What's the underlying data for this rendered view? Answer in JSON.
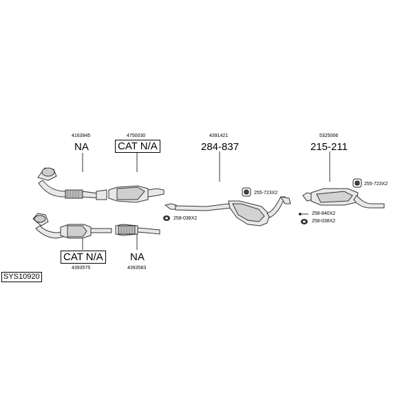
{
  "system_id": "SYS10920",
  "parts": [
    {
      "part_number": "4163945",
      "price": "NA"
    },
    {
      "part_number": "4750030",
      "price": "CAT N/A"
    },
    {
      "part_number": "4391421",
      "price": "284-837"
    },
    {
      "part_number": "5325006",
      "price": "215-211"
    },
    {
      "part_number": "4393575",
      "price": "CAT N/A"
    },
    {
      "part_number": "4393583",
      "price": "NA"
    }
  ],
  "fittings": [
    {
      "code": "255-723X2"
    },
    {
      "code": "258-038X2"
    },
    {
      "code": "258-840X2"
    },
    {
      "code": "258-038X2"
    },
    {
      "code": "255-723X2"
    }
  ]
}
